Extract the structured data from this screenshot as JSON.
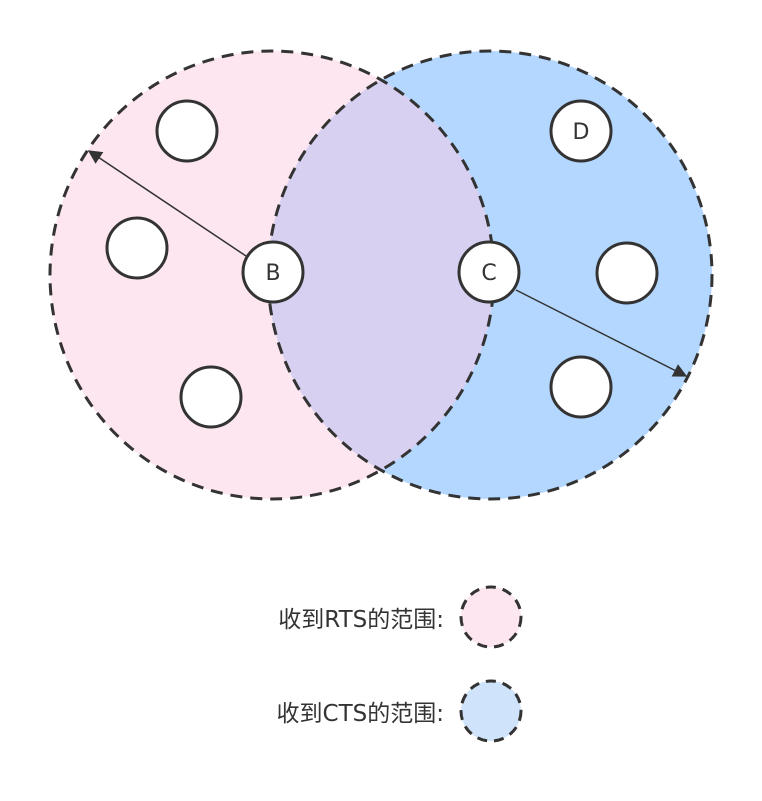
{
  "colors": {
    "rts_fill": "#fde6f0",
    "cts_fill": "#b3d7ff",
    "overlap_fill": "#d8d0f0",
    "legend_cts_fill": "#cfe3fb",
    "stroke": "#333333",
    "node_fill": "#ffffff"
  },
  "nodes": {
    "b_label": "B",
    "c_label": "C",
    "d_label": "D"
  },
  "legend": {
    "rts_label": "收到RTS的范围:",
    "cts_label": "收到CTS的范围:"
  }
}
